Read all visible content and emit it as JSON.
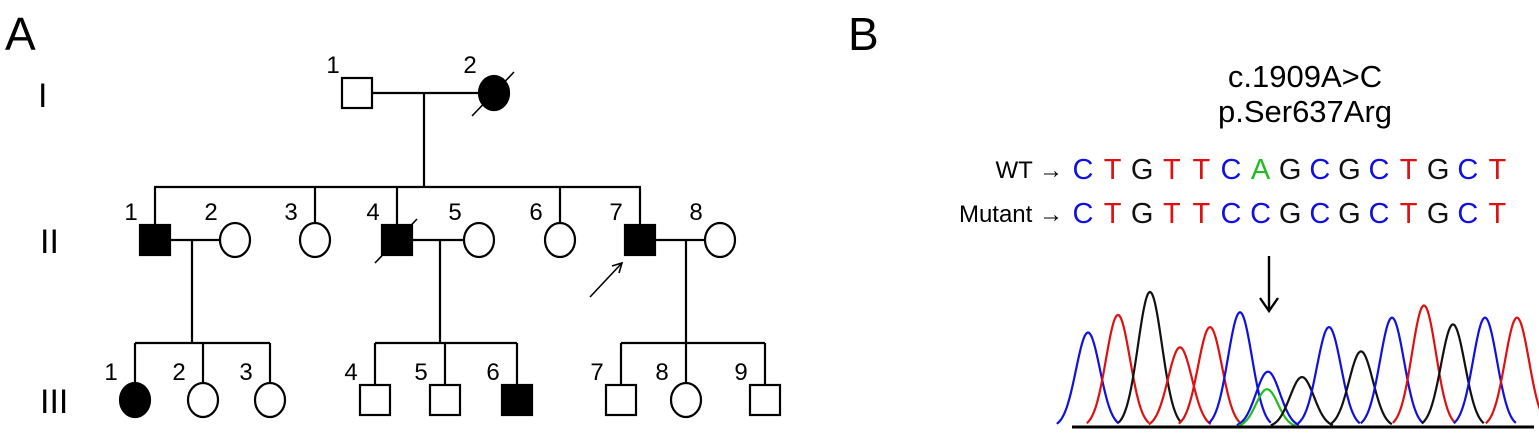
{
  "panel_a": {
    "label": "A",
    "generations": [
      {
        "label": "I",
        "individuals": [
          {
            "num": "1",
            "sex": "male",
            "affected": false,
            "deceased": false
          },
          {
            "num": "2",
            "sex": "female",
            "affected": true,
            "deceased": true
          }
        ]
      },
      {
        "label": "II",
        "individuals": [
          {
            "num": "1",
            "sex": "male",
            "affected": true,
            "deceased": false
          },
          {
            "num": "2",
            "sex": "female",
            "affected": false,
            "deceased": false
          },
          {
            "num": "3",
            "sex": "female",
            "affected": false,
            "deceased": false
          },
          {
            "num": "4",
            "sex": "male",
            "affected": true,
            "deceased": true
          },
          {
            "num": "5",
            "sex": "female",
            "affected": false,
            "deceased": false
          },
          {
            "num": "6",
            "sex": "female",
            "affected": false,
            "deceased": false
          },
          {
            "num": "7",
            "sex": "male",
            "affected": true,
            "deceased": false,
            "proband": true
          },
          {
            "num": "8",
            "sex": "female",
            "affected": false,
            "deceased": false
          }
        ]
      },
      {
        "label": "III",
        "individuals": [
          {
            "num": "1",
            "sex": "female",
            "affected": true,
            "deceased": false
          },
          {
            "num": "2",
            "sex": "female",
            "affected": false,
            "deceased": false
          },
          {
            "num": "3",
            "sex": "female",
            "affected": false,
            "deceased": false
          },
          {
            "num": "4",
            "sex": "male",
            "affected": false,
            "deceased": false
          },
          {
            "num": "5",
            "sex": "male",
            "affected": false,
            "deceased": false
          },
          {
            "num": "6",
            "sex": "male",
            "affected": true,
            "deceased": false
          },
          {
            "num": "7",
            "sex": "male",
            "affected": false,
            "deceased": false
          },
          {
            "num": "8",
            "sex": "female",
            "affected": false,
            "deceased": false
          },
          {
            "num": "9",
            "sex": "male",
            "affected": false,
            "deceased": false
          }
        ]
      }
    ]
  },
  "panel_b": {
    "label": "B",
    "variant_cdna": "c.1909A>C",
    "variant_protein": "p.Ser637Arg",
    "wt_label": "WT →",
    "mutant_label": "Mutant →",
    "wt_sequence": [
      "C",
      "T",
      "G",
      "T",
      "T",
      "C",
      "A",
      "G",
      "C",
      "G",
      "C",
      "T",
      "G",
      "C",
      "T"
    ],
    "mutant_sequence": [
      "C",
      "T",
      "G",
      "T",
      "T",
      "C",
      "C",
      "G",
      "C",
      "G",
      "C",
      "T",
      "G",
      "C",
      "T"
    ],
    "base_colors": {
      "A": "#22bb22",
      "C": "#1010e0",
      "G": "#111111",
      "T": "#e01010"
    },
    "chromatogram_peaks": [
      {
        "base": "C",
        "intensity": 0.7
      },
      {
        "base": "T",
        "intensity": 0.83
      },
      {
        "base": "G",
        "intensity": 1.0
      },
      {
        "base": "T",
        "intensity": 0.59
      },
      {
        "base": "T",
        "intensity": 0.74
      },
      {
        "base": "C",
        "intensity": 0.85
      },
      {
        "base": "C",
        "intensity": 0.41
      },
      {
        "base": "A",
        "intensity": 0.28
      },
      {
        "base": "G",
        "intensity": 0.37
      },
      {
        "base": "C",
        "intensity": 0.74
      },
      {
        "base": "G",
        "intensity": 0.56
      },
      {
        "base": "C",
        "intensity": 0.81
      },
      {
        "base": "T",
        "intensity": 0.9
      },
      {
        "base": "G",
        "intensity": 0.76
      },
      {
        "base": "C",
        "intensity": 0.81
      },
      {
        "base": "T",
        "intensity": 0.81
      }
    ]
  }
}
